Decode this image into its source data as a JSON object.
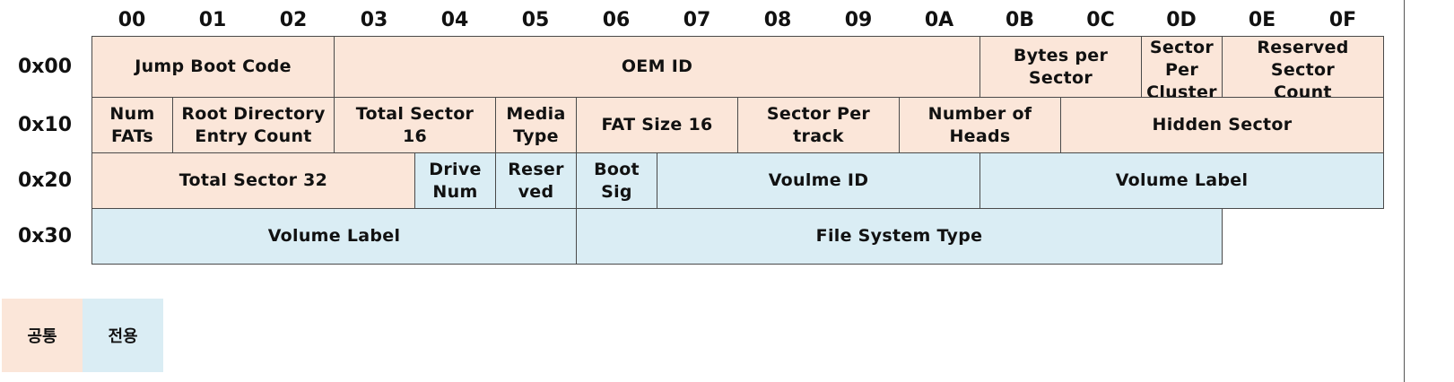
{
  "column_headers": [
    "00",
    "01",
    "02",
    "03",
    "04",
    "05",
    "06",
    "07",
    "08",
    "09",
    "0A",
    "0B",
    "0C",
    "0D",
    "0E",
    "0F"
  ],
  "rows": [
    {
      "label": "0x00",
      "fields": [
        {
          "text": "Jump Boot Code",
          "kind": "common",
          "start": 0,
          "span": 3
        },
        {
          "text": "OEM ID",
          "kind": "common",
          "start": 3,
          "span": 8
        },
        {
          "text": "Bytes per Sector",
          "kind": "common",
          "start": 11,
          "span": 2
        },
        {
          "text": "Sector\nPer\nCluster",
          "kind": "common",
          "start": 13,
          "span": 1
        },
        {
          "text": "Reserved\nSector\nCount",
          "kind": "common",
          "start": 14,
          "span": 2
        }
      ]
    },
    {
      "label": "0x10",
      "fields": [
        {
          "text": "Num\nFATs",
          "kind": "common",
          "start": 0,
          "span": 1
        },
        {
          "text": "Root Directory\nEntry Count",
          "kind": "common",
          "start": 1,
          "span": 2
        },
        {
          "text": "Total Sector\n16",
          "kind": "common",
          "start": 3,
          "span": 2
        },
        {
          "text": "Media\nType",
          "kind": "common",
          "start": 5,
          "span": 1
        },
        {
          "text": "FAT Size 16",
          "kind": "common",
          "start": 6,
          "span": 2
        },
        {
          "text": "Sector Per\ntrack",
          "kind": "common",
          "start": 8,
          "span": 2
        },
        {
          "text": "Number of Heads",
          "kind": "common",
          "start": 10,
          "span": 2
        },
        {
          "text": "Hidden Sector",
          "kind": "common",
          "start": 12,
          "span": 4
        }
      ]
    },
    {
      "label": "0x20",
      "fields": [
        {
          "text": "Total Sector 32",
          "kind": "common",
          "start": 0,
          "span": 4
        },
        {
          "text": "Drive\nNum",
          "kind": "special",
          "start": 4,
          "span": 1
        },
        {
          "text": "Reser\nved",
          "kind": "special",
          "start": 5,
          "span": 1
        },
        {
          "text": "Boot Sig",
          "kind": "special",
          "start": 6,
          "span": 1
        },
        {
          "text": "Voulme ID",
          "kind": "special",
          "start": 7,
          "span": 4
        },
        {
          "text": "Volume Label",
          "kind": "special",
          "start": 11,
          "span": 5
        }
      ]
    },
    {
      "label": "0x30",
      "fields": [
        {
          "text": "Volume Label",
          "kind": "special",
          "start": 0,
          "span": 6
        },
        {
          "text": "File System Type",
          "kind": "special",
          "start": 6,
          "span": 8
        }
      ]
    }
  ],
  "legend": [
    {
      "text": "공통",
      "kind": "common"
    },
    {
      "text": "전용",
      "kind": "special"
    }
  ],
  "colors": {
    "common": "#fbe6d9",
    "special": "#daedf4"
  }
}
